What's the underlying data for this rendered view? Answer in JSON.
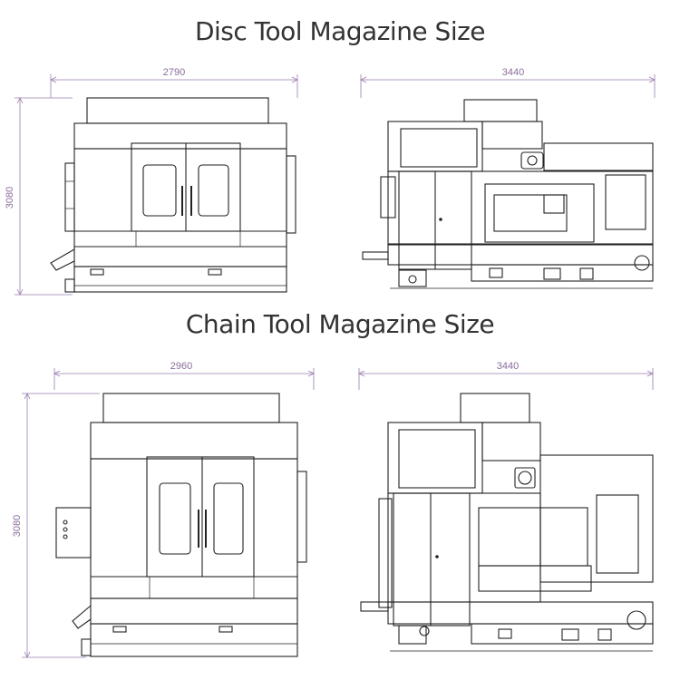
{
  "disc_section": {
    "title": "Disc Tool Magazine Size",
    "front_width": "2790",
    "side_width": "3440",
    "height": "3080"
  },
  "chain_section": {
    "title": "Chain Tool Magazine Size",
    "front_width": "2960",
    "side_width": "3440",
    "height": "3080"
  },
  "colors": {
    "dimension": "#9a7dad",
    "line": "#222222",
    "title": "#333333"
  }
}
